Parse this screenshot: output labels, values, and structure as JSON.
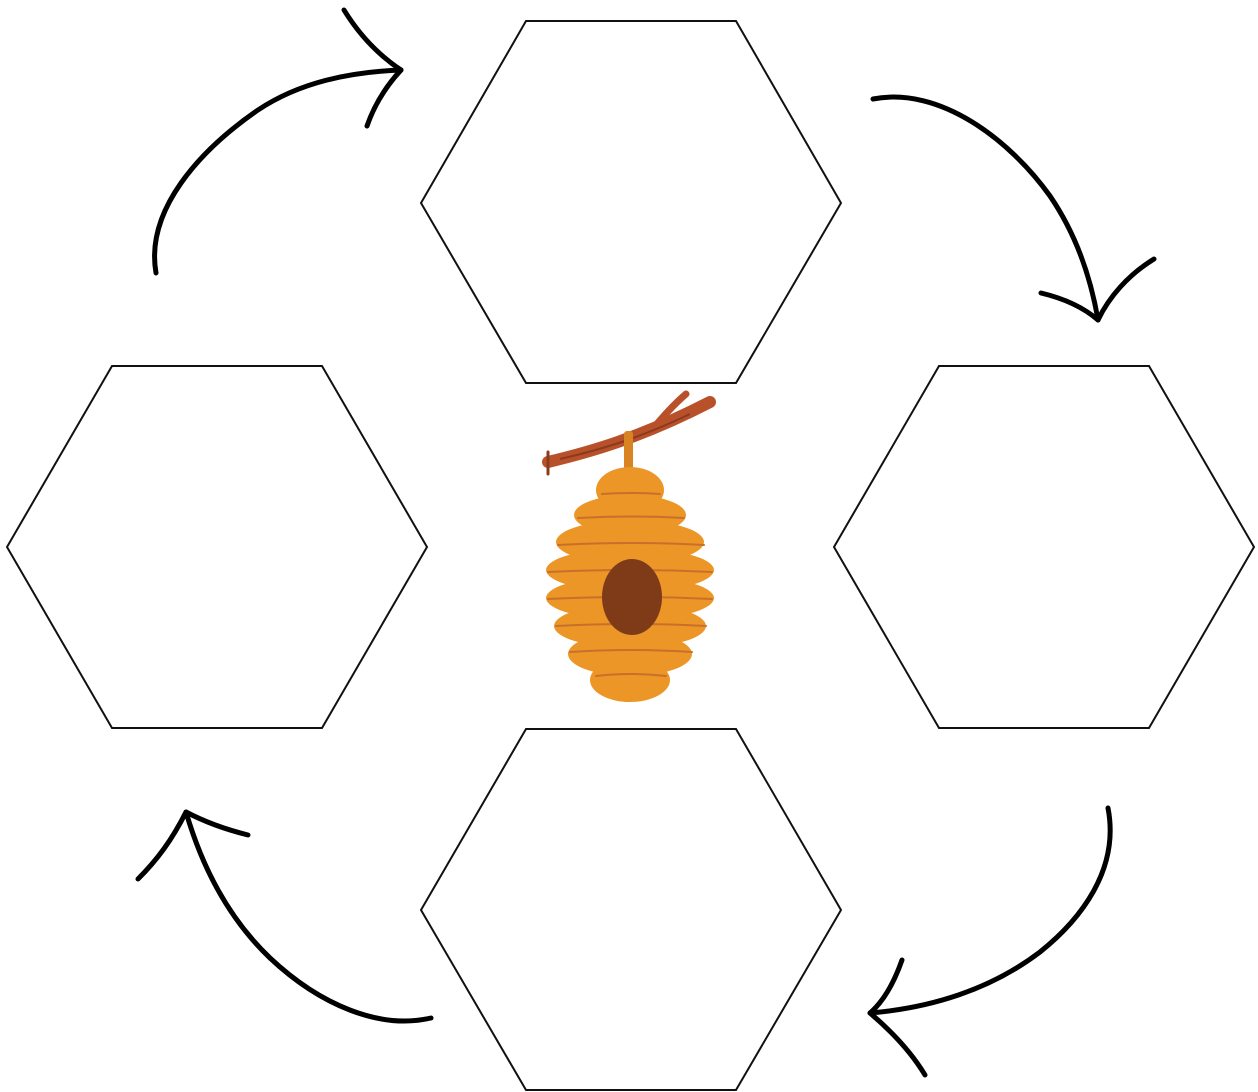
{
  "diagram": {
    "type": "cycle",
    "nodes": [
      {
        "id": "top",
        "label": ""
      },
      {
        "id": "right",
        "label": ""
      },
      {
        "id": "bottom",
        "label": ""
      },
      {
        "id": "left",
        "label": ""
      }
    ],
    "edges": [
      {
        "from": "left",
        "to": "top",
        "direction": "clockwise"
      },
      {
        "from": "top",
        "to": "right",
        "direction": "clockwise"
      },
      {
        "from": "right",
        "to": "bottom",
        "direction": "clockwise"
      },
      {
        "from": "bottom",
        "to": "left",
        "direction": "clockwise"
      }
    ],
    "center_icon": "beehive-icon",
    "colors": {
      "hexagon_stroke": "#111111",
      "arrow_stroke": "#000000",
      "hive_body": "#EB9626",
      "hive_ring_lines": "#C8702B",
      "hive_entrance": "#7F3A18",
      "branch": "#B8512A",
      "branch_dark": "#8C3A1E"
    }
  }
}
